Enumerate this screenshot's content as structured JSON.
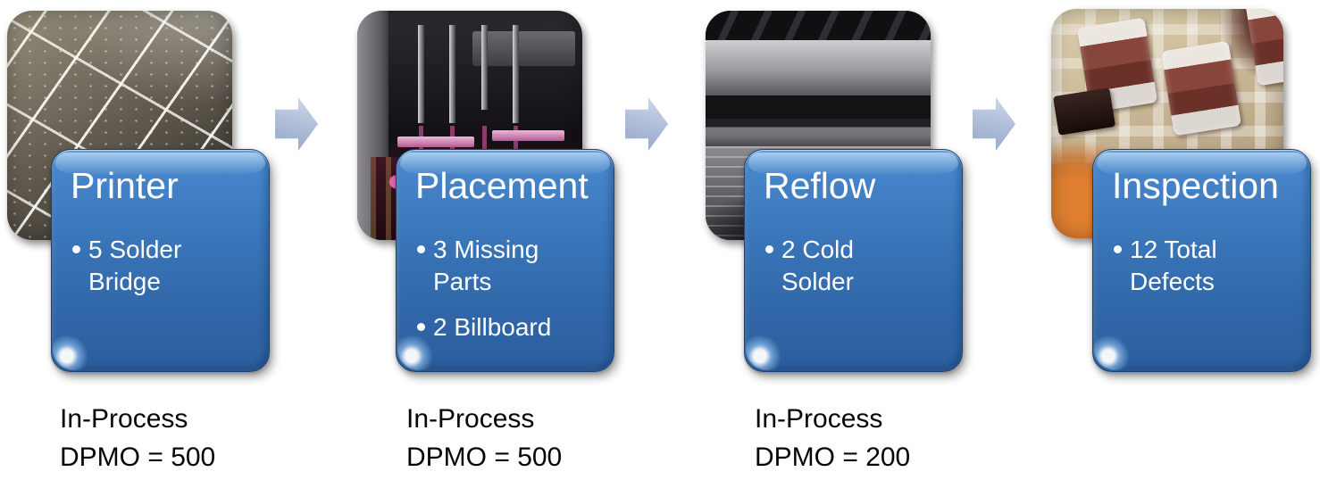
{
  "diagram": {
    "kind": "smt-process-flow",
    "background": "#ffffff",
    "colors": {
      "callout_blue_top": "#4886cb",
      "callout_blue_bottom": "#2b5f9e",
      "callout_text": "#ffffff",
      "arrow_fill": "#b2c0da",
      "caption_text": "#060606"
    },
    "arrow_icon": "right-block-arrow",
    "bullet_icon": "round-bullet",
    "stages": [
      {
        "photo": "solder-paste-stencil-photo",
        "title": "Printer",
        "bullets": [
          "5 Solder Bridge"
        ],
        "caption": [
          "In-Process",
          "DPMO = 500"
        ]
      },
      {
        "photo": "pick-and-place-machine-photo",
        "title": "Placement",
        "bullets": [
          "3 Missing Parts",
          "2 Billboard"
        ],
        "caption": [
          "In-Process",
          "DPMO = 500"
        ]
      },
      {
        "photo": "reflow-oven-photo",
        "title": "Reflow",
        "bullets": [
          "2 Cold Solder"
        ],
        "caption": [
          "In-Process",
          "DPMO = 200"
        ]
      },
      {
        "photo": "pcb-solder-joint-closeup-photo",
        "title": "Inspection",
        "bullets": [
          "12 Total Defects"
        ],
        "caption": []
      }
    ]
  }
}
